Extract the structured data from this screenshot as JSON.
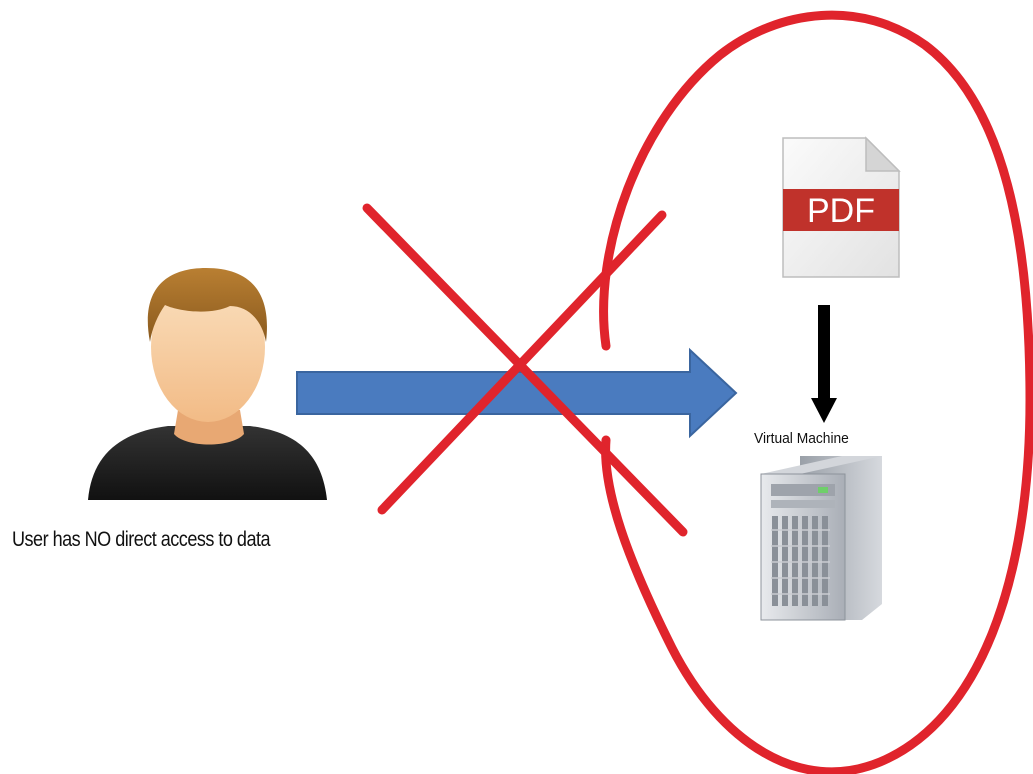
{
  "user": {
    "caption": "User has NO direct access to data",
    "icon": "user-avatar-icon"
  },
  "document": {
    "icon": "pdf-file-icon",
    "label": "PDF"
  },
  "server": {
    "icon": "server-tower-icon",
    "caption": "Virtual Machine"
  },
  "colors": {
    "access_arrow": "#4a7bbf",
    "blocked_cross": "#e0242c",
    "enclosure": "#e0242c",
    "pdf_banner": "#c0322b",
    "flow_arrow": "#000000"
  }
}
